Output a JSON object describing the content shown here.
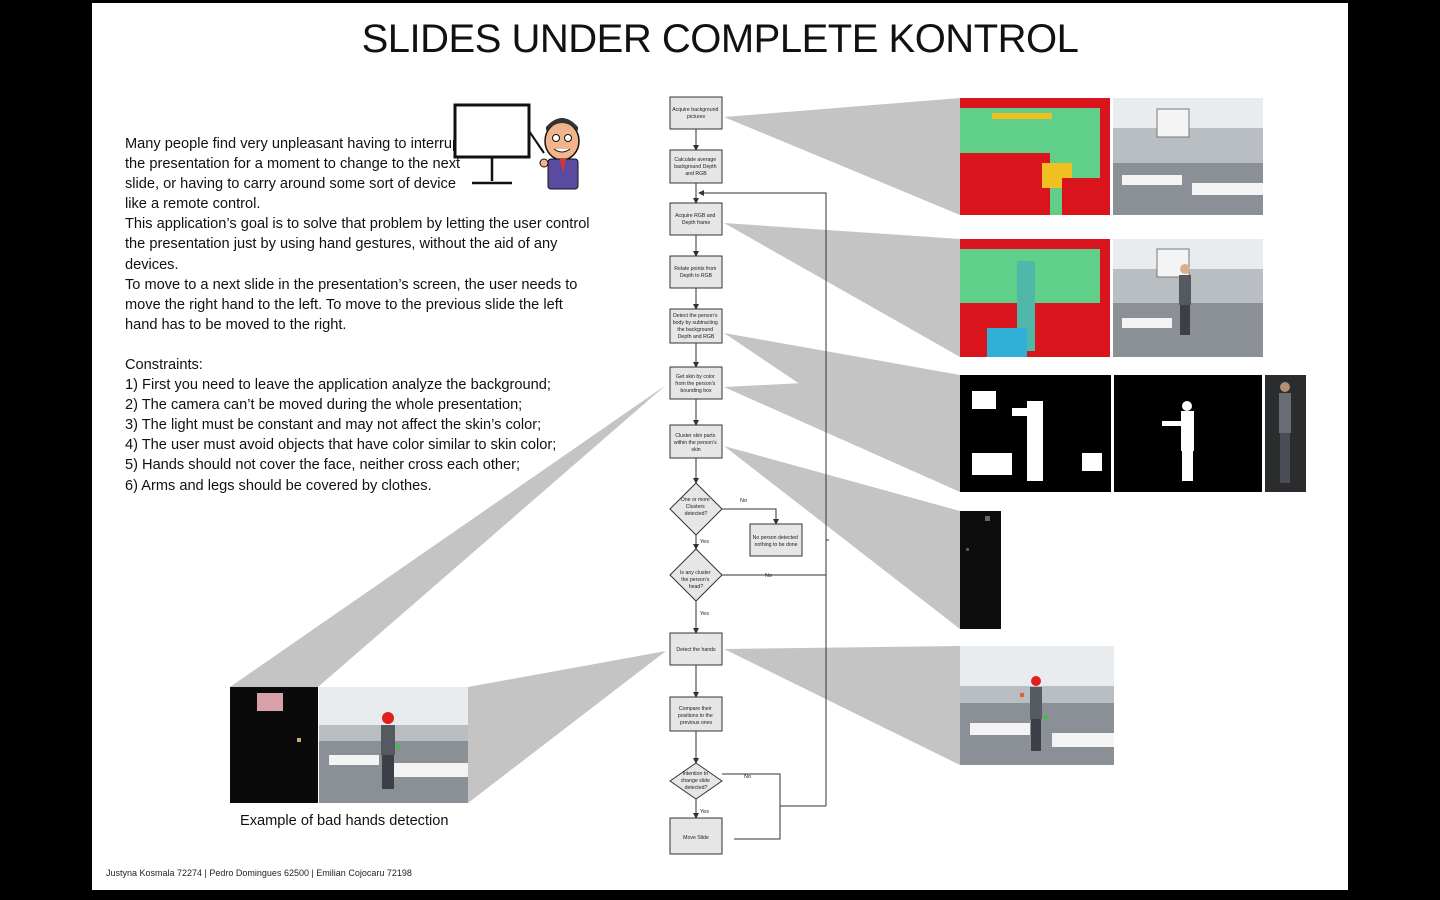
{
  "title": "SLIDES UNDER COMPLETE KONTROL",
  "intro": {
    "p1": "Many people find very unpleasant having to interrupt the presentation for a moment to change to the next slide, or having to carry around some sort of device like a remote control.",
    "p2": "This application’s goal is to solve that problem by letting the user control the presentation just by using hand gestures, without the aid of any devices.",
    "p3": "To move to a next slide in the presentation’s screen, the user needs  to move the right hand to the left. To move to the previous slide the left hand has to be moved to the right."
  },
  "constraints": {
    "heading": "Constraints:",
    "items": [
      "1) First you need to leave the application analyze the background;",
      "2) The camera can’t be moved during the whole presentation;",
      "3) The light must be constant and may not affect the skin’s color;",
      "4) The user must avoid objects that have color similar to skin color;",
      "5) Hands should not cover the face, neither cross each other;",
      "6) Arms and legs should be covered by clothes."
    ]
  },
  "flowchart": {
    "steps": [
      [
        "Acquire background",
        "pictures"
      ],
      [
        "Calculate average",
        "background Depth",
        "and RGB"
      ],
      [
        "Acquire RGB and",
        "Depth frame"
      ],
      [
        "Relate points from",
        "Depth to RGB"
      ],
      [
        "Detect the person’s",
        "body by subtracting",
        "the background",
        "Depth and RGB"
      ],
      [
        "Get skin by color",
        "from the person’s",
        "bounding box"
      ],
      [
        "Cluster skin parts",
        "within the person’s",
        "skin"
      ],
      [
        "Detect the hands"
      ],
      [
        "Compare their",
        "positions to the",
        "previous ones"
      ],
      [
        "Move Slide"
      ]
    ],
    "decisions": [
      [
        "One or more",
        "Clusters",
        "detected?"
      ],
      [
        "Is any cluster",
        "the person’s",
        "head?"
      ],
      [
        "Intention to",
        "change slide",
        "detected?"
      ]
    ],
    "no_person": [
      "No person detected",
      "nothing to be done"
    ],
    "yes_label": "Yes",
    "no_label": "No"
  },
  "caption": "Example of bad hands detection",
  "footer": "Justyna Kosmala 72274 | Pedro Domingues 62500 | Emilian Cojocaru 72198",
  "colors": {
    "box_fill": "#e6e6e6",
    "box_stroke": "#333333",
    "callout_gray": "#c4c4c4",
    "depth_green": "#5fcf8a",
    "depth_red": "#d9141c",
    "marker_red": "#e0201c"
  }
}
